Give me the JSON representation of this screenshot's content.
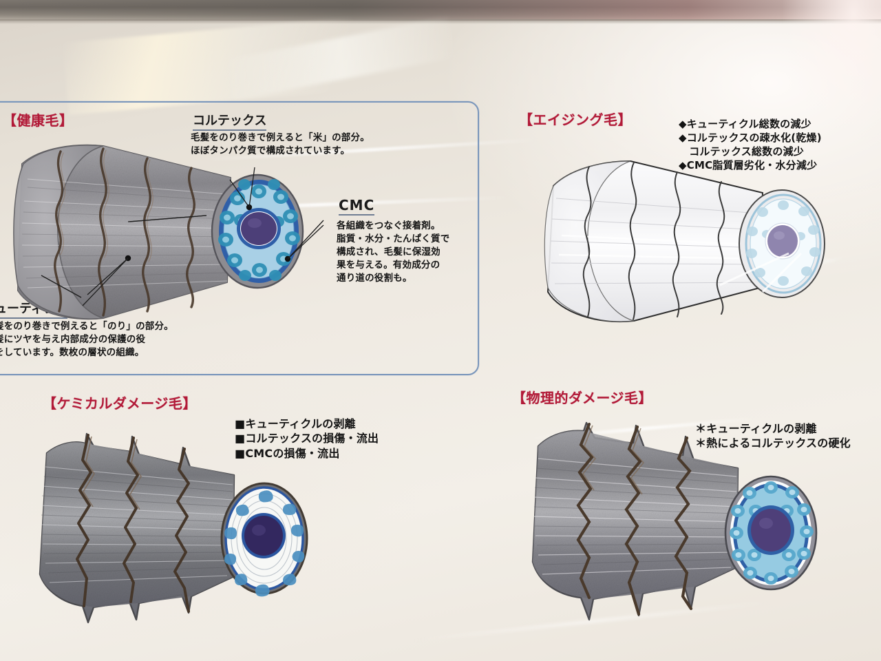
{
  "page": {
    "medium": "laminated printed chart photographed",
    "background_color": "#e9e3da",
    "heading_color": "#b21a38",
    "box_border_color": "#7a96bb"
  },
  "panels": {
    "healthy": {
      "heading": "【健康毛】",
      "labels": {
        "cortex": {
          "title": "コルテックス",
          "lines": [
            "毛髪をのり巻きで例えると「米」の部分。",
            "ほぼタンパク質で構成されています。"
          ]
        },
        "cmc": {
          "title": "CMC",
          "lines": [
            "各組織をつなぐ接着剤。",
            "脂質・水分・たんぱく質で",
            "構成され、毛髪に保湿効",
            "果を与える。有効成分の",
            "通り道の役割も。"
          ]
        },
        "cuticle": {
          "title": "ューティクル",
          "lines": [
            "髪をのり巻きで例えると「のり」の部分。",
            "髪にツヤを与え内部成分の保護の役",
            "をしています。数枚の層状の組織。"
          ]
        }
      }
    },
    "aging": {
      "heading": "【エイジング毛】",
      "bullet_marker": "◆",
      "items": [
        "◆キューティクル総数の減少",
        "◆コルテックスの疎水化(乾燥)",
        "　コルテックス総数の減少",
        "◆CMC脂質層劣化・水分減少"
      ]
    },
    "chemical": {
      "heading": "【ケミカルダメージ毛】",
      "bullet_marker": "■",
      "items": [
        "■キューティクルの剥離",
        "■コルテックスの損傷・流出",
        "■CMCの損傷・流出"
      ]
    },
    "physical": {
      "heading": "【物理的ダメージ毛】",
      "bullet_marker": "＊",
      "items": [
        "＊キューティクルの剥離",
        "＊熱によるコルテックスの硬化"
      ]
    }
  },
  "figures": {
    "healthy_hair": {
      "name": "healthy-hair-cylinder",
      "shaft_color": "#8d8c91",
      "cuticle_line_color": "#4a3c31",
      "cross_section": {
        "outer_ring": "#2f5fa8",
        "fill": "#a9d0e6",
        "cell_color": "#2f8fb5",
        "medulla": "#4c3f78"
      }
    },
    "aging_hair": {
      "name": "aging-hair-cylinder",
      "shaft_color": "#f2f2f3",
      "cuticle_line_color": "#3a3a3a",
      "cross_section": {
        "outer_ring": "#9dc4da",
        "fill": "#f4fafd",
        "cell_color": "#bcd9e7",
        "medulla": "#8f85ae"
      }
    },
    "chemical_hair": {
      "name": "chemical-damage-hair-cylinder",
      "shaft_color": "#7b7c80",
      "cuticle_line_color": "#4a3a2c",
      "cross_section": {
        "outer_ring": "#2b56a0",
        "fill": "#f7f8f6",
        "cell_color": "#4b8fc0",
        "medulla": "#33285f"
      }
    },
    "physical_hair": {
      "name": "physical-damage-hair-cylinder",
      "shaft_color": "#8b8b90",
      "cuticle_line_color": "#4a3a2c",
      "cross_section": {
        "outer_ring": "#2f60a6",
        "fill": "#96cbe2",
        "cell_color": "#57a8cc",
        "medulla": "#4e3f79"
      }
    }
  }
}
